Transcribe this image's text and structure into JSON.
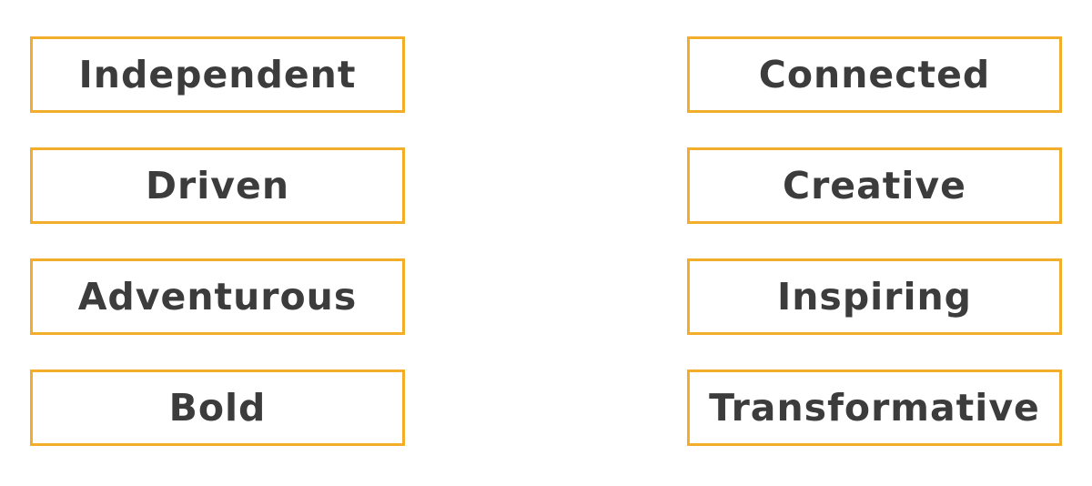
{
  "colors": {
    "border": "#f2ad2b",
    "text": "#3c3c3c",
    "background": "#ffffff"
  },
  "left_column": {
    "items": [
      {
        "label": "Independent"
      },
      {
        "label": "Driven"
      },
      {
        "label": "Adventurous"
      },
      {
        "label": "Bold"
      }
    ]
  },
  "right_column": {
    "items": [
      {
        "label": "Connected"
      },
      {
        "label": "Creative"
      },
      {
        "label": "Inspiring"
      },
      {
        "label": "Transformative"
      }
    ]
  }
}
